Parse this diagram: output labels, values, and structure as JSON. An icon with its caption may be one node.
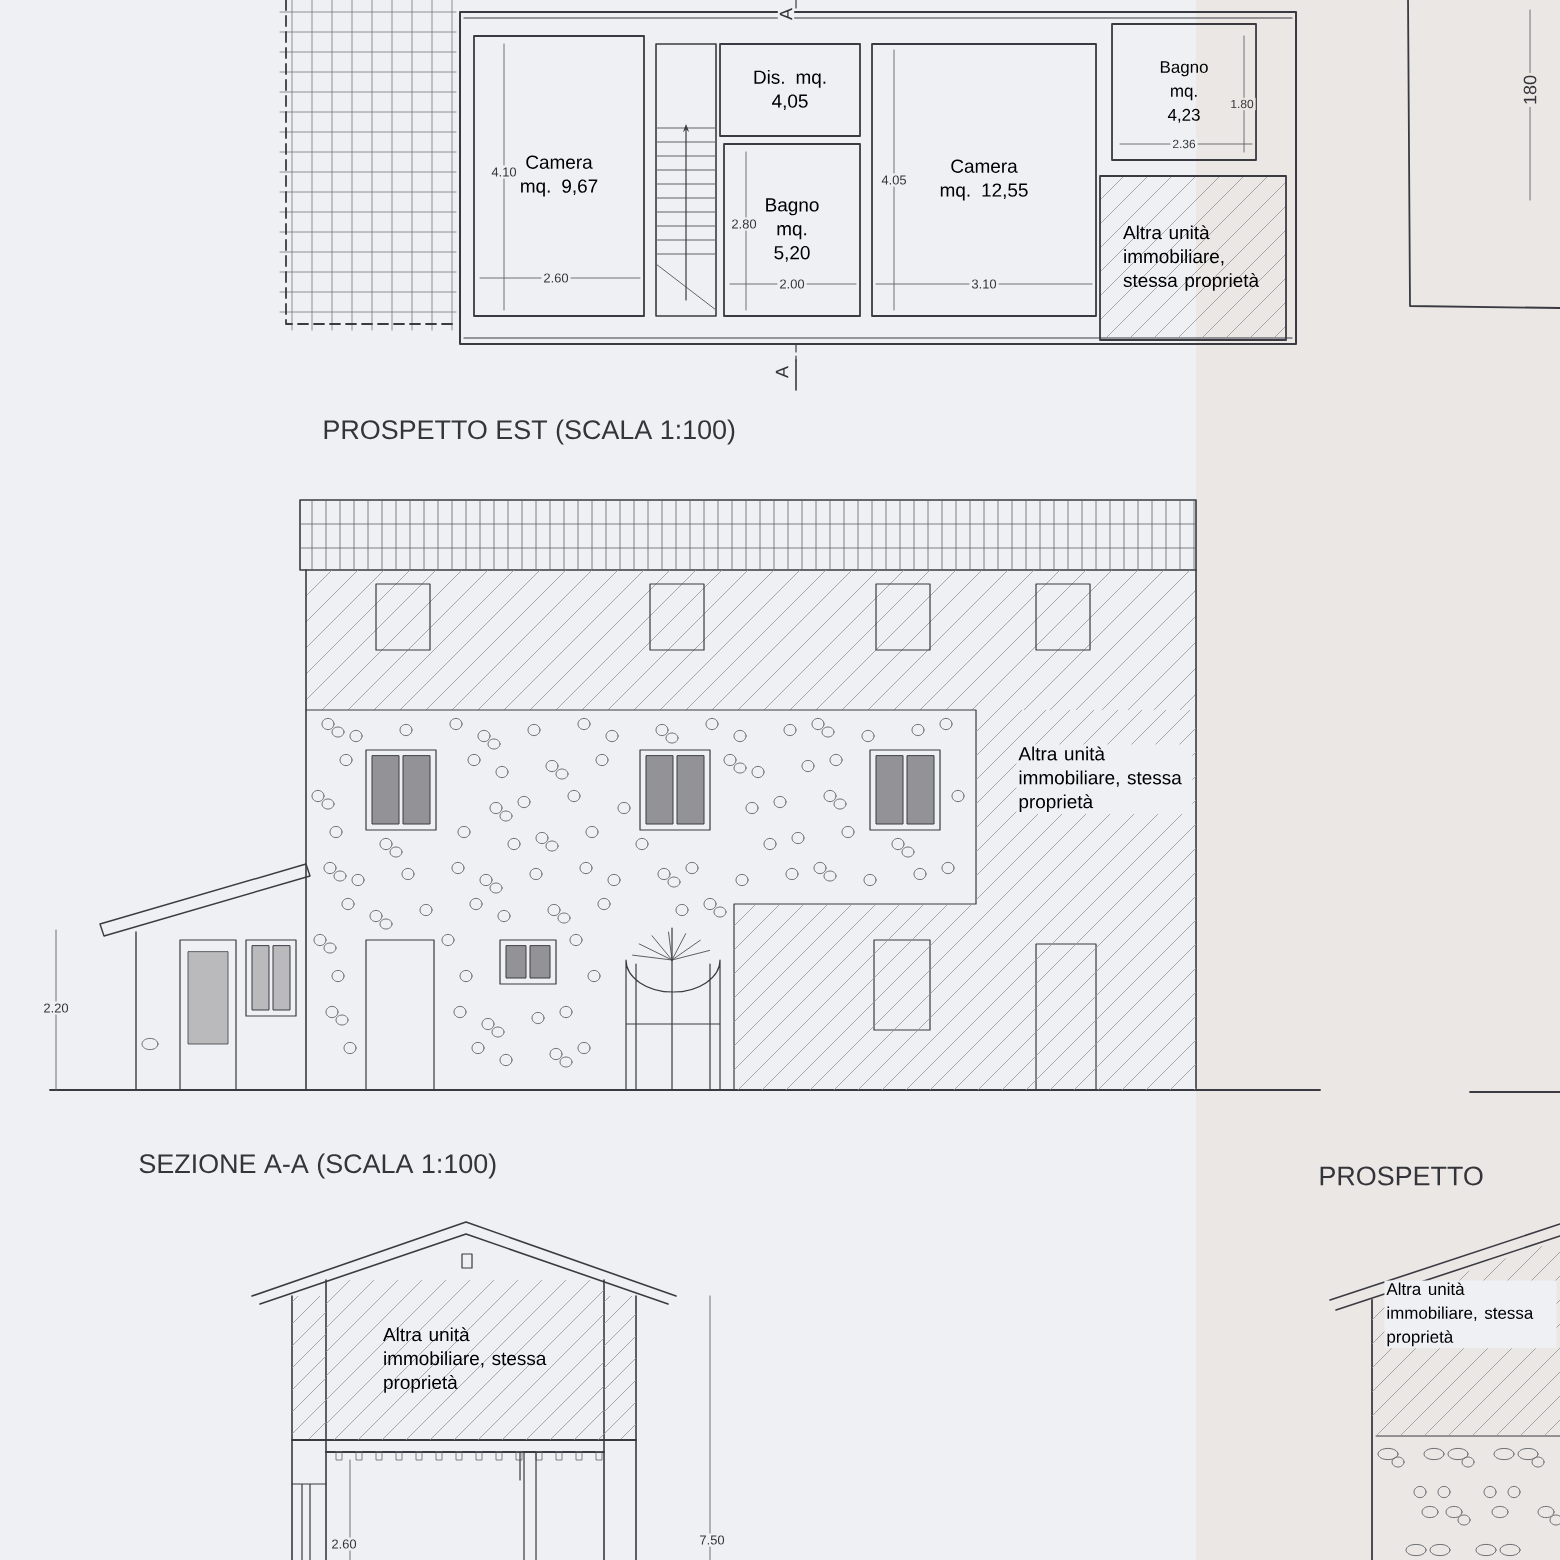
{
  "diagram": {
    "nodes": [
      {
        "text": [
          "Camera mq. 9,67"
        ]
      },
      {
        "text": [
          "Dis. mq. 4,05"
        ]
      },
      {
        "text": [
          "Bagno mq. 5,20"
        ]
      },
      {
        "text": [
          "Camera mq. 12,55"
        ]
      },
      {
        "text": [
          "Bagno mq. 4,23"
        ]
      },
      {
        "text": [
          "Altra unità immobiliare, stessa proprietà"
        ]
      },
      {
        "text": [
          "Altra unità immobiliare, stessa proprietà"
        ]
      },
      {
        "text": [
          "Altra unità immobiliare, stessa proprietà"
        ]
      },
      {
        "text": [
          "Altra unità immobiliare, stessa proprietà"
        ]
      }
    ],
    "labels": [
      "A",
      "A",
      "4.10",
      "2.60",
      "2.80",
      "2.00",
      "4.05",
      "3.10",
      "1.80",
      "2.36",
      "180",
      "PROSPETTO EST  (SCALA 1:100)",
      "2.20",
      "SEZIONE A-A (SCALA 1:100)",
      "2.60",
      "7.50",
      "PROSPETTO"
    ]
  }
}
